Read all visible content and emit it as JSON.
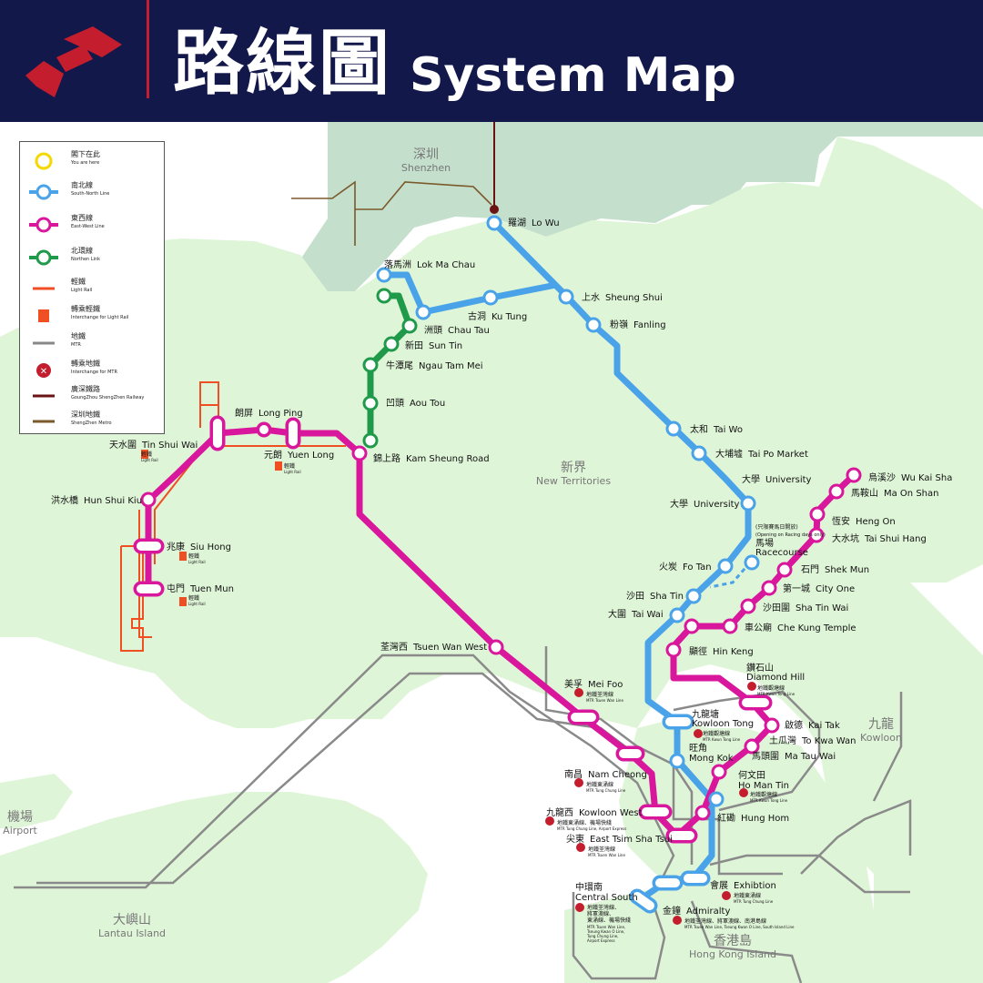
{
  "header": {
    "title_zh": "路線圖",
    "title_en": "System Map"
  },
  "colors": {
    "header_bg": "#13184a",
    "accent_red": "#c41e2e",
    "land": "#dff5d8",
    "shenzhen_land": "#c5dfcd",
    "south_north_line": "#4aa3e8",
    "east_west_line": "#d9179c",
    "northern_link": "#1f9a4a",
    "light_rail": "#f04e23",
    "mtr": "#888888",
    "guangzhou_shenzhen_railway": "#6b1212",
    "shenzhen_metro": "#7a5a2a"
  },
  "legend": [
    {
      "icon": "you-are-here-icon",
      "zh": "閣下在此",
      "en": "You are here"
    },
    {
      "icon": "south-north-line-icon",
      "zh": "南北線",
      "en": "South-North Line"
    },
    {
      "icon": "east-west-line-icon",
      "zh": "東西線",
      "en": "East-West Line"
    },
    {
      "icon": "northern-link-icon",
      "zh": "北環線",
      "en": "Northen Link"
    },
    {
      "icon": "light-rail-line-icon",
      "zh": "輕鐵",
      "en": "Light Rail"
    },
    {
      "icon": "light-rail-interchange-icon",
      "zh": "轉乘輕鐵",
      "en": "Interchange for Light Rail"
    },
    {
      "icon": "mtr-line-icon",
      "zh": "地鐵",
      "en": "MTR"
    },
    {
      "icon": "mtr-interchange-icon",
      "zh": "轉乘地鐵",
      "en": "Interchange for MTR"
    },
    {
      "icon": "railway-line-icon",
      "zh": "廣深鐵路",
      "en": "GoungZhou ShengZhen Railway"
    },
    {
      "icon": "shenzhen-metro-line-icon",
      "zh": "深圳地鐵",
      "en": "ShengZhen Metro"
    }
  ],
  "regions": {
    "shenzhen": {
      "zh": "深圳",
      "en": "Shenzhen"
    },
    "new_territories": {
      "zh": "新界",
      "en": "New Territories"
    },
    "kowloon": {
      "zh": "九龍",
      "en": "Kowloon"
    },
    "airport": {
      "zh": "機場",
      "en": "Airport"
    },
    "lantau": {
      "zh": "大嶼山",
      "en": "Lantau Island"
    },
    "hk_island": {
      "zh": "香港島",
      "en": "Hong Kong Island"
    }
  },
  "stations": {
    "lo_wu": {
      "zh": "羅湖",
      "en": "Lo Wu"
    },
    "sheung_shui": {
      "zh": "上水",
      "en": "Sheung Shui"
    },
    "fanling": {
      "zh": "粉嶺",
      "en": "Fanling"
    },
    "tai_wo": {
      "zh": "太和",
      "en": "Tai Wo"
    },
    "tai_po_market": {
      "zh": "大埔墟",
      "en": "Tai Po Market"
    },
    "university": {
      "zh": "大學",
      "en": "University"
    },
    "racecourse": {
      "zh": "馬場",
      "en": "Racecourse",
      "note_zh": "(只限賽馬日開放)",
      "note_en": "(Opening on Racing days only)"
    },
    "fo_tan": {
      "zh": "火炭",
      "en": "Fo Tan"
    },
    "sha_tin": {
      "zh": "沙田",
      "en": "Sha Tin"
    },
    "tai_wai": {
      "zh": "大圍",
      "en": "Tai Wai"
    },
    "kowloon_tong": {
      "zh": "九龍塘",
      "en": "Kowloon Tong",
      "ic_zh": "地鐵觀塘線",
      "ic_en": "MTR Kwun Tong Line"
    },
    "mong_kok": {
      "zh": "旺角",
      "en": "Mong Kok"
    },
    "hung_hom": {
      "zh": "紅磡",
      "en": "Hung Hom"
    },
    "exhibition": {
      "zh": "會展",
      "en": "Exhibtion",
      "ic_zh": "地鐵東涌線",
      "ic_en": "MTR Tung Chung Line"
    },
    "admiralty": {
      "zh": "金鐘",
      "en": "Admiralty",
      "ic_zh": "地鐵荃灣線、將軍澳線、南港島線",
      "ic_en": "MTR Tsuen Wan Line, Tseung Kwan O Line, South Island Line"
    },
    "central_south": {
      "zh": "中環南",
      "en": "Central South",
      "ic_zh1": "地鐵荃灣線、",
      "ic_zh2": "將軍澳線、",
      "ic_zh3": "東涌線、機場快綫",
      "ic_en1": "MTR Tsuen Wan Line,",
      "ic_en2": "Tseung Kwan O Line,",
      "ic_en3": "Tung Chung Line,",
      "ic_en4": "Airport Express"
    },
    "lok_ma_chau": {
      "zh": "落馬洲",
      "en": "Lok Ma Chau"
    },
    "ku_tung": {
      "zh": "古洞",
      "en": "Ku Tung"
    },
    "chau_tau": {
      "zh": "洲頭",
      "en": "Chau Tau"
    },
    "sun_tin": {
      "zh": "新田",
      "en": "Sun Tin"
    },
    "ngau_tam_mei": {
      "zh": "牛潭尾",
      "en": "Ngau Tam Mei"
    },
    "aou_tou": {
      "zh": "凹頭",
      "en": "Aou Tou"
    },
    "kam_sheung_road": {
      "zh": "錦上路",
      "en": "Kam Sheung Road"
    },
    "long_ping": {
      "zh": "朗屏",
      "en": "Long Ping"
    },
    "yuen_long": {
      "zh": "元朗",
      "en": "Yuen Long"
    },
    "tin_shui_wai": {
      "zh": "天水圍",
      "en": "Tin Shui Wai"
    },
    "hung_shui_kiu": {
      "zh": "洪水橋",
      "en": "Hun Shui Kiu"
    },
    "siu_hong": {
      "zh": "兆康",
      "en": "Siu Hong"
    },
    "tuen_mun": {
      "zh": "屯門",
      "en": "Tuen Mun"
    },
    "tsuen_wan_west": {
      "zh": "荃灣西",
      "en": "Tsuen Wan West"
    },
    "mei_foo": {
      "zh": "美孚",
      "en": "Mei Foo",
      "ic_zh": "地鐵荃灣線",
      "ic_en": "MTR Tsuen Wan Line"
    },
    "nam_cheong": {
      "zh": "南昌",
      "en": "Nam Cheong",
      "ic_zh": "地鐵東涌線",
      "ic_en": "MTR Tung Chung Line"
    },
    "kowloon_west": {
      "zh": "九龍西",
      "en": "Kowloon West",
      "ic_zh": "地鐵東涌線、機場快綫",
      "ic_en": "MTR Tung Chung Line, Airport Express"
    },
    "east_tsim_sha_tsui": {
      "zh": "尖東",
      "en": "East Tsim Sha Tsui",
      "ic_zh": "地鐵荃灣線",
      "ic_en": "MTR Tsuen Wan Line"
    },
    "wu_kai_sha": {
      "zh": "烏溪沙",
      "en": "Wu Kai Sha"
    },
    "ma_on_shan": {
      "zh": "馬鞍山",
      "en": "Ma On Shan"
    },
    "heng_on": {
      "zh": "恆安",
      "en": "Heng On"
    },
    "tai_shui_hang": {
      "zh": "大水坑",
      "en": "Tai Shui Hang"
    },
    "shek_mun": {
      "zh": "石門",
      "en": "Shek Mun"
    },
    "city_one": {
      "zh": "第一城",
      "en": "City One"
    },
    "sha_tin_wai": {
      "zh": "沙田圍",
      "en": "Sha Tin Wai"
    },
    "che_kung_temple": {
      "zh": "車公廟",
      "en": "Che Kung Temple"
    },
    "hin_keng": {
      "zh": "顯徑",
      "en": "Hin Keng"
    },
    "diamond_hill": {
      "zh": "鑽石山",
      "en": "Diamond Hill",
      "ic_zh": "地鐵觀塘線",
      "ic_en": "MTR Kwun Tong Line"
    },
    "kai_tak": {
      "zh": "啟德",
      "en": "Kai Tak"
    },
    "to_kwa_wan": {
      "zh": "土瓜灣",
      "en": "To Kwa Wan"
    },
    "ma_tau_wai": {
      "zh": "馬頭圍",
      "en": "Ma Tau Wai"
    },
    "ho_man_tin": {
      "zh": "何文田",
      "en": "Ho Man Tin",
      "ic_zh": "地鐵觀塘線",
      "ic_en": "MTR Kwun Tong Line"
    }
  },
  "light_rail_label": {
    "zh": "輕鐵",
    "en": "Light Rail"
  }
}
